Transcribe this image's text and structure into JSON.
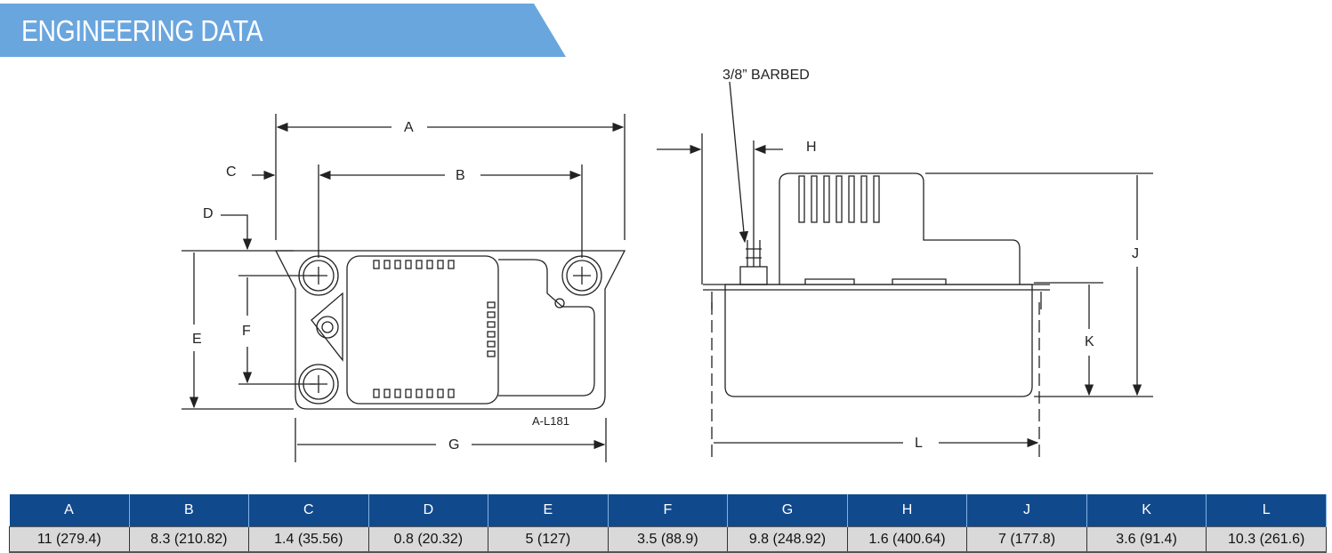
{
  "banner": {
    "title": "ENGINEERING DATA",
    "color": "#6aa6de"
  },
  "drawing": {
    "labels": {
      "A": "A",
      "B": "B",
      "C": "C",
      "D": "D",
      "E": "E",
      "F": "F",
      "G": "G",
      "H": "H",
      "J": "J",
      "K": "K",
      "L": "L"
    },
    "barbed": "3/8” BARBED",
    "model": "A-L181"
  },
  "table": {
    "header_color": "#114a8c",
    "headers": [
      "A",
      "B",
      "C",
      "D",
      "E",
      "F",
      "G",
      "H",
      "J",
      "K",
      "L"
    ],
    "values": [
      "11 (279.4)",
      "8.3 (210.82)",
      "1.4 (35.56)",
      "0.8 (20.32)",
      "5 (127)",
      "3.5 (88.9)",
      "9.8 (248.92)",
      "1.6 (400.64)",
      "7 (177.8)",
      "3.6 (91.4)",
      "10.3 (261.6)"
    ]
  }
}
